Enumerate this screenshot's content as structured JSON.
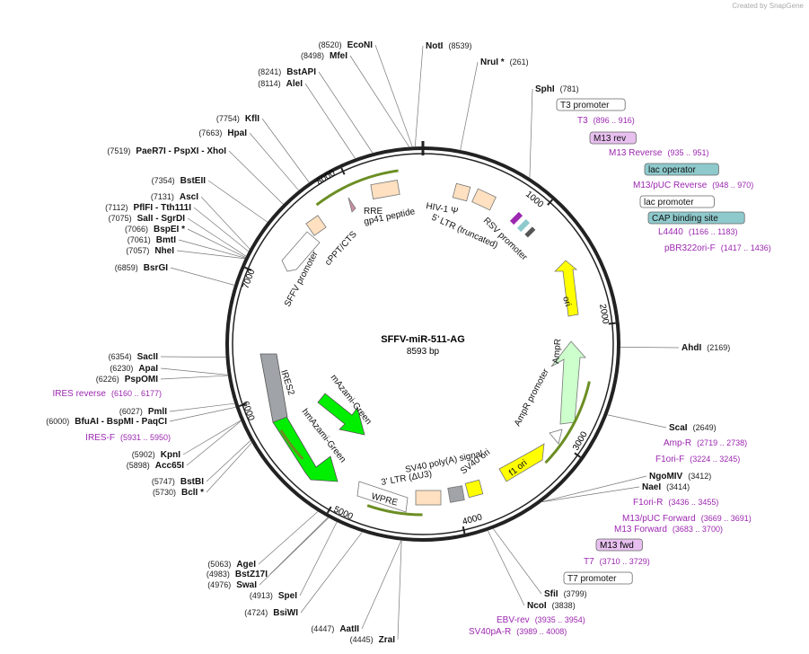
{
  "watermark": "Created by SnapGene",
  "plasmid": {
    "name": "SFFV-miR-511-AG",
    "length": "8593 bp",
    "total_bp": 8593
  },
  "ticks": [
    "1000",
    "2000",
    "3000",
    "4000",
    "5000",
    "6000",
    "7000",
    "8000"
  ],
  "sites": [
    {
      "name": "NotI",
      "pos": "(8539)",
      "bp": 8539
    },
    {
      "name": "NruI *",
      "pos": "(261)",
      "bp": 261
    },
    {
      "name": "SphI",
      "pos": "(781)",
      "bp": 781
    },
    {
      "name": "AhdI",
      "pos": "(2169)",
      "bp": 2169
    },
    {
      "name": "ScaI",
      "pos": "(2649)",
      "bp": 2649
    },
    {
      "name": "NgoMIV",
      "pos": "(3412)",
      "bp": 3412
    },
    {
      "name": "NaeI",
      "pos": "(3414)",
      "bp": 3414
    },
    {
      "name": "SfiI",
      "pos": "(3799)",
      "bp": 3799
    },
    {
      "name": "NcoI",
      "pos": "(3838)",
      "bp": 3838
    },
    {
      "name": "EcoNI",
      "pos": "(8520)",
      "bp": 8520
    },
    {
      "name": "MfeI",
      "pos": "(8498)",
      "bp": 8498
    },
    {
      "name": "BstAPI",
      "pos": "(8241)",
      "bp": 8241
    },
    {
      "name": "AleI",
      "pos": "(8114)",
      "bp": 8114
    },
    {
      "name": "KflI",
      "pos": "(7754)",
      "bp": 7754
    },
    {
      "name": "HpaI",
      "pos": "(7663)",
      "bp": 7663
    },
    {
      "name": "PaeR7I - PspXI - XhoI",
      "pos": "(7519)",
      "bp": 7519
    },
    {
      "name": "BstEII",
      "pos": "(7354)",
      "bp": 7354
    },
    {
      "name": "AscI",
      "pos": "(7131)",
      "bp": 7131
    },
    {
      "name": "PflFI - Tth111I",
      "pos": "(7112)",
      "bp": 7112
    },
    {
      "name": "SalI - SgrDI",
      "pos": "(7075)",
      "bp": 7075
    },
    {
      "name": "BspEI *",
      "pos": "(7066)",
      "bp": 7066
    },
    {
      "name": "BmtI",
      "pos": "(7061)",
      "bp": 7061
    },
    {
      "name": "NheI",
      "pos": "(7057)",
      "bp": 7057
    },
    {
      "name": "BsrGI",
      "pos": "(6859)",
      "bp": 6859
    },
    {
      "name": "SacII",
      "pos": "(6354)",
      "bp": 6354
    },
    {
      "name": "ApaI",
      "pos": "(6230)",
      "bp": 6230
    },
    {
      "name": "PspOMI",
      "pos": "(6226)",
      "bp": 6226
    },
    {
      "name": "PmlI",
      "pos": "(6027)",
      "bp": 6027
    },
    {
      "name": "BfuAI - BspMI - PaqCI",
      "pos": "(6000)",
      "bp": 6000
    },
    {
      "name": "KpnI",
      "pos": "(5902)",
      "bp": 5902
    },
    {
      "name": "Acc65I",
      "pos": "(5898)",
      "bp": 5898
    },
    {
      "name": "BstBI",
      "pos": "(5747)",
      "bp": 5747
    },
    {
      "name": "BclI *",
      "pos": "(5730)",
      "bp": 5730
    },
    {
      "name": "AgeI",
      "pos": "(5063)",
      "bp": 5063
    },
    {
      "name": "BstZ17I",
      "pos": "(4983)",
      "bp": 4983
    },
    {
      "name": "SwaI",
      "pos": "(4976)",
      "bp": 4976
    },
    {
      "name": "SpeI",
      "pos": "(4913)",
      "bp": 4913
    },
    {
      "name": "BsiWI",
      "pos": "(4724)",
      "bp": 4724
    },
    {
      "name": "AatII",
      "pos": "(4447)",
      "bp": 4447
    },
    {
      "name": "ZraI",
      "pos": "(4445)",
      "bp": 4445
    }
  ],
  "primers": [
    {
      "name": "T3",
      "pos": "(896 .. 916)"
    },
    {
      "name": "M13 rev",
      "pos": ""
    },
    {
      "name": "M13 Reverse",
      "pos": "(935 .. 951)"
    },
    {
      "name": "M13/pUC Reverse",
      "pos": "(948 .. 970)"
    },
    {
      "name": "L4440",
      "pos": "(1166 .. 1183)"
    },
    {
      "name": "pBR322ori-F",
      "pos": "(1417 .. 1436)"
    },
    {
      "name": "Amp-R",
      "pos": "(2719 .. 2738)"
    },
    {
      "name": "F1ori-F",
      "pos": "(3224 .. 3245)"
    },
    {
      "name": "F1ori-R",
      "pos": "(3436 .. 3455)"
    },
    {
      "name": "M13/pUC Forward",
      "pos": "(3669 .. 3691)"
    },
    {
      "name": "M13 Forward",
      "pos": "(3683 .. 3700)"
    },
    {
      "name": "M13 fwd",
      "pos": ""
    },
    {
      "name": "T7",
      "pos": "(3710 .. 3729)"
    },
    {
      "name": "EBV-rev",
      "pos": "(3935 .. 3954)"
    },
    {
      "name": "SV40pA-R",
      "pos": "(3989 .. 4008)"
    },
    {
      "name": "IRES reverse",
      "pos": "(6160 .. 6177)"
    },
    {
      "name": "IRES-F",
      "pos": "(5931 .. 5950)"
    }
  ],
  "boxed_features": [
    "T3 promoter",
    "lac operator",
    "lac promoter",
    "CAP binding site",
    "T7 promoter"
  ],
  "features": [
    "ori",
    "AmpR",
    "AmpR promoter",
    "f1 ori",
    "SV40 ori",
    "SV40 poly(A) signal",
    "3' LTR (ΔU3)",
    "WPRE",
    "hmAzami-Green",
    "mAzami-Green",
    "IRES2",
    "SFFV promoter",
    "cPPT/CTS",
    "RRE",
    "gp41 peptide",
    "HIV-1 Ψ",
    "5' LTR (truncated)",
    "RSV promoter"
  ],
  "colors": {
    "backbone": "#222222",
    "primer": "#9c27b0",
    "ori": "#ffff00",
    "green_gfp": "#00ee00",
    "ampr": "#ccffcc",
    "ires": "#a0a4a8",
    "peach": "#ffe0c0",
    "mauve": "#c890a0",
    "lac_operator": "#8ec9cc",
    "cap_site": "#8ec9cc",
    "m13": "#e8c0f0"
  }
}
